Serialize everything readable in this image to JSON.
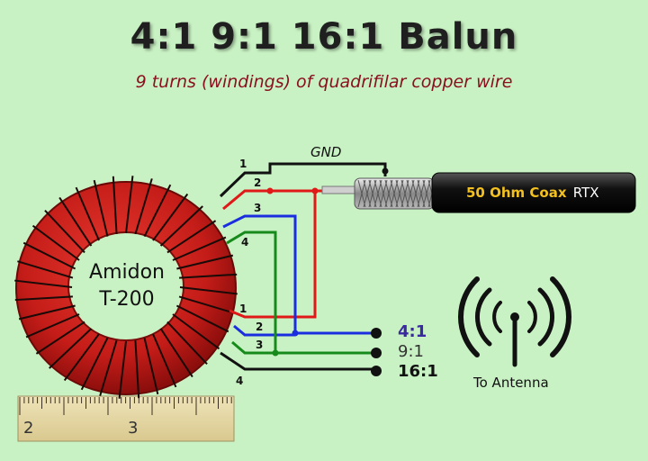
{
  "title": "4:1 9:1 16:1 Balun",
  "subtitle": "9 turns (windings) of quadrifilar copper wire",
  "core": {
    "line1": "Amidon",
    "line2": "T-200"
  },
  "gnd_label": "GND",
  "coax": {
    "label": "50 Ohm Coax",
    "brand": "RTX"
  },
  "antenna_label": "To Antenna",
  "top_terminals": [
    "1",
    "2",
    "3",
    "4"
  ],
  "bottom_terminals": [
    "1",
    "2",
    "3",
    "4"
  ],
  "outputs": [
    {
      "ratio": "4:1",
      "color": "#3a2aa0"
    },
    {
      "ratio": "9:1",
      "color": "#333333"
    },
    {
      "ratio": "16:1",
      "color": "#111111"
    }
  ],
  "ruler": {
    "marks": [
      "2",
      "3"
    ]
  },
  "colors": {
    "wire1": "#111111",
    "wire2": "#e01818",
    "wire3": "#1a2ee0",
    "wire4": "#168a1a",
    "core": "#c8201c",
    "background": "#c9f2c4"
  }
}
